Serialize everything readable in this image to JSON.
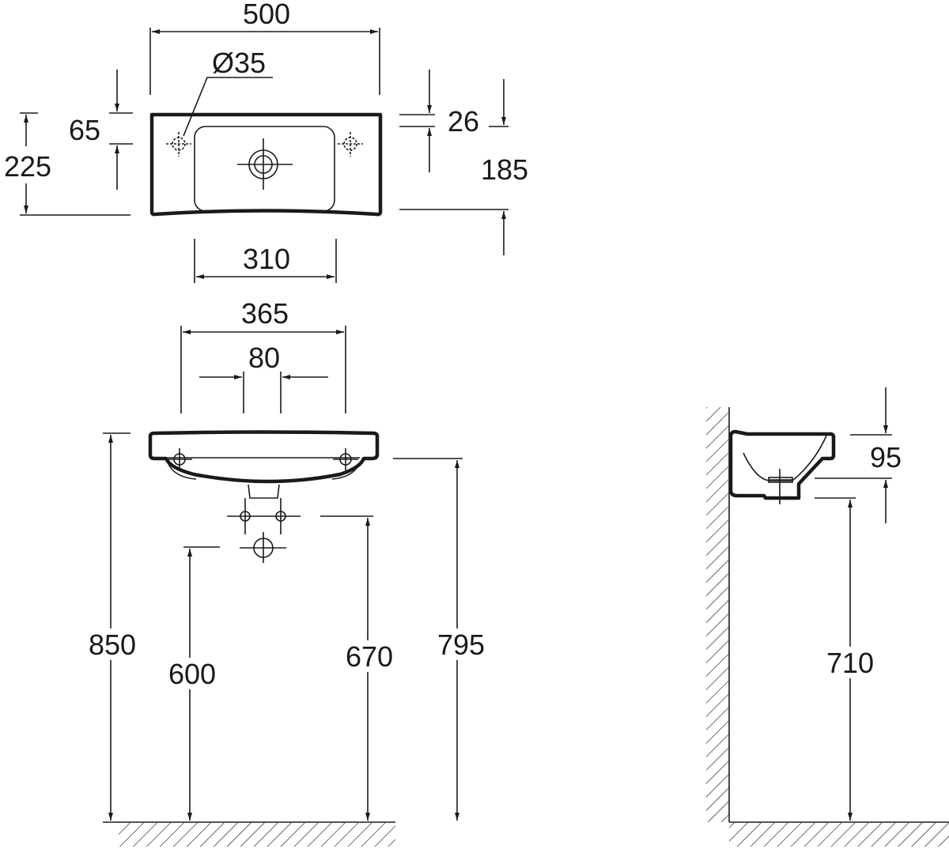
{
  "drawing": {
    "top_view": {
      "width": "500",
      "depth": "225",
      "tap_hole_offset": "65",
      "tap_hole_diameter": "Ø35",
      "bowl_width": "310",
      "rim_height": "26",
      "projection": "185"
    },
    "front_view": {
      "bowl_outer_width": "365",
      "hole_spacing": "80",
      "rim_height_floor": "850",
      "waste_height": "600",
      "supply_height": "670",
      "underside_height": "795"
    },
    "side_view": {
      "bowl_depth": "95",
      "underside_height": "710"
    }
  },
  "colors": {
    "line": "#1a1a1a",
    "background": "#ffffff"
  }
}
